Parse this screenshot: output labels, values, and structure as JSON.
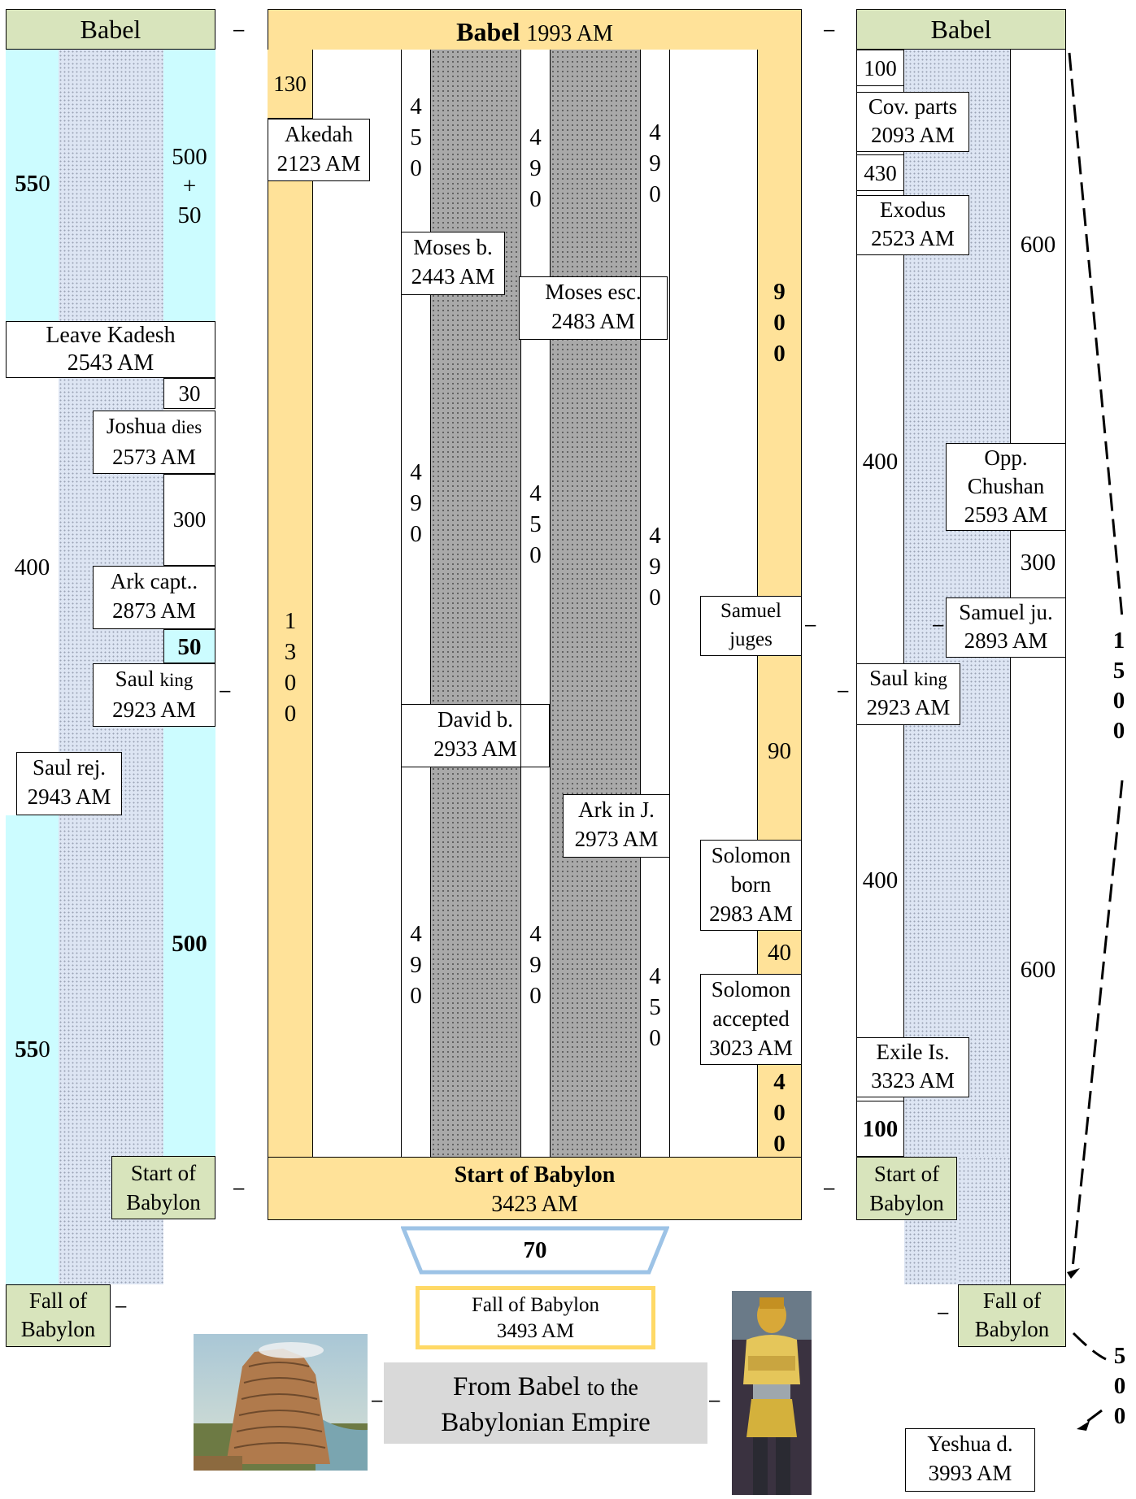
{
  "left": {
    "header": "Babel",
    "n550_top_bold": "55",
    "n550_top_rest": "0",
    "n500_plus_50": [
      "500",
      "+",
      "50"
    ],
    "leave_kadesh": [
      "Leave Kadesh",
      "2543 AM"
    ],
    "n30": "30",
    "joshua": [
      "Joshua",
      "dies",
      "2573 AM"
    ],
    "n300": "300",
    "n400": "400",
    "ark_capt": [
      "Ark capt..",
      "2873 AM"
    ],
    "n50": "50",
    "saul_king": [
      "Saul",
      "king",
      "2923 AM"
    ],
    "saul_rej": [
      "Saul rej.",
      "2943 AM"
    ],
    "n500": "500",
    "n550_bot_bold": "55",
    "n550_bot_rest": "0",
    "start_babylon": [
      "Start of",
      "Babylon"
    ],
    "fall_babylon": [
      "Fall of",
      "Babylon"
    ]
  },
  "center": {
    "header_bold": "Babel",
    "header_year": "1993 AM",
    "n130": "130",
    "akedah": [
      "Akedah",
      "2123 AM"
    ],
    "n1300": [
      "1",
      "3",
      "0",
      "0"
    ],
    "col1_top": [
      "4",
      "5",
      "0"
    ],
    "moses_b": [
      "Moses b.",
      "2443 AM"
    ],
    "col1_mid": [
      "4",
      "9",
      "0"
    ],
    "david_b": [
      "David b.",
      "2933 AM"
    ],
    "col1_bot": [
      "4",
      "9",
      "0"
    ],
    "col2_top": [
      "4",
      "9",
      "0"
    ],
    "moses_esc": [
      "Moses esc.",
      "2483 AM"
    ],
    "col2_mid": [
      "4",
      "5",
      "0"
    ],
    "col2_bot": [
      "4",
      "9",
      "0"
    ],
    "col3_top": [
      "4",
      "9",
      "0"
    ],
    "col3_mid": [
      "4",
      "9",
      "0"
    ],
    "ark_in_j": [
      "Ark in J.",
      "2973 AM"
    ],
    "col3_bot": [
      "4",
      "5",
      "0"
    ],
    "n900": [
      "9",
      "0",
      "0"
    ],
    "samuel_juges": [
      "Samuel",
      "juges"
    ],
    "n90": "90",
    "solomon_born": [
      "Solomon",
      "born",
      "2983 AM"
    ],
    "n40": "40",
    "solomon_accepted": [
      "Solomon",
      "accepted",
      "3023 AM"
    ],
    "n400": [
      "4",
      "0",
      "0"
    ],
    "footer": [
      "Start of Babylon",
      "3423 AM"
    ],
    "n70": "70",
    "fall_babylon": [
      "Fall of  Babylon",
      "3493 AM"
    ],
    "caption": [
      "From Babel",
      "to the",
      "Babylonian Empire"
    ]
  },
  "right": {
    "header": "Babel",
    "n100_top": "100",
    "cov_parts": [
      "Cov. parts",
      "2093 AM"
    ],
    "n430": "430",
    "exodus": [
      "Exodus",
      "2523 AM"
    ],
    "n600_top": "600",
    "n400_top": "400",
    "opp_chushan": [
      "Opp.",
      "Chushan",
      "2593 AM"
    ],
    "n300": "300",
    "samuel_ju": [
      "Samuel ju.",
      "2893 AM"
    ],
    "saul_king": [
      "Saul",
      "king",
      "2923 AM"
    ],
    "n400_bot": "400",
    "n600_bot": "600",
    "exile_is": [
      "Exile Is.",
      "3323 AM"
    ],
    "n100_bot": "100",
    "start_babylon": [
      "Start of",
      "Babylon"
    ],
    "fall_babylon": [
      "Fall of",
      "Babylon"
    ],
    "n1500": [
      "1",
      "5",
      "0",
      "0"
    ],
    "n500": [
      "5",
      "0",
      "0"
    ],
    "yeshua": [
      "Yeshua d.",
      "3993 AM"
    ]
  },
  "colors": {
    "header_green": "#d8e4bc",
    "gold": "#ffe299",
    "cyan": "#ccfcff",
    "frame_blue": "#9dc3e6",
    "frame_gold": "#ffd966"
  },
  "icons": {
    "tower_image": "tower-of-babel-painting-icon",
    "statue_image": "golden-headed-statue-icon"
  }
}
